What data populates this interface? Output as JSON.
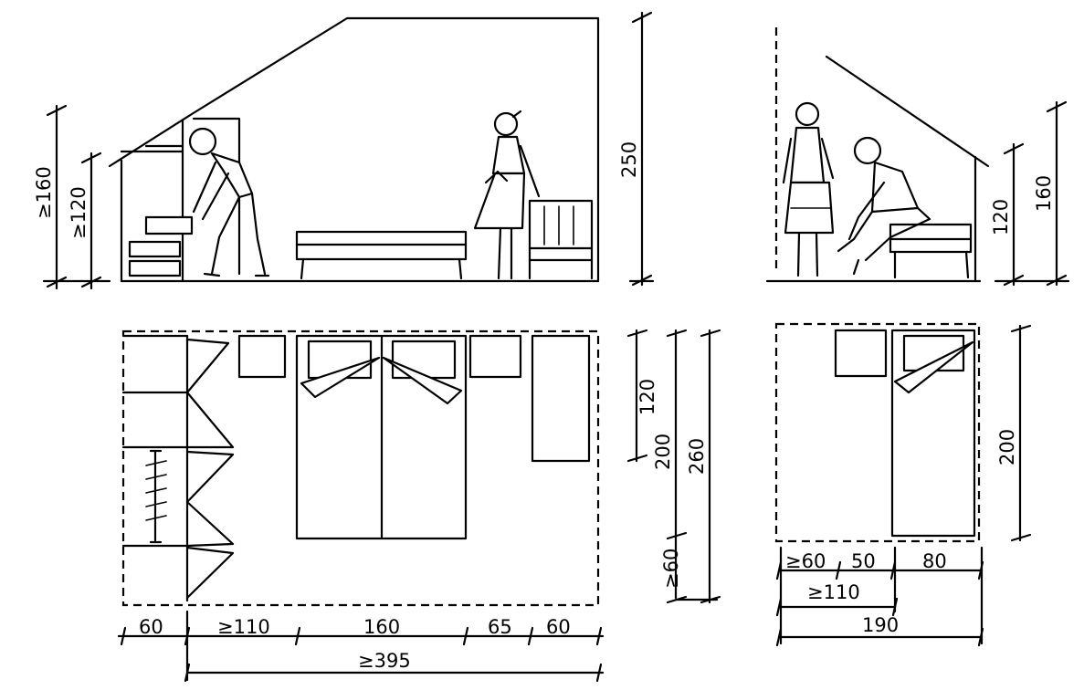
{
  "labels": {
    "h_knee": "≥160",
    "h_low": "≥120",
    "h_room": "250",
    "h2_low": "120",
    "h2_high": "160",
    "d_120": "120",
    "d_200": "200",
    "d_260": "260",
    "d_60": "≥60",
    "d2_200": "200",
    "b_60a": "60",
    "b_110": "≥110",
    "b_160": "160",
    "b_65": "65",
    "b_60b": "60",
    "b_395": "≥395",
    "r_60": "≥60",
    "r_50": "50",
    "r_80": "80",
    "r_110": "≥110",
    "r_190": "190"
  }
}
